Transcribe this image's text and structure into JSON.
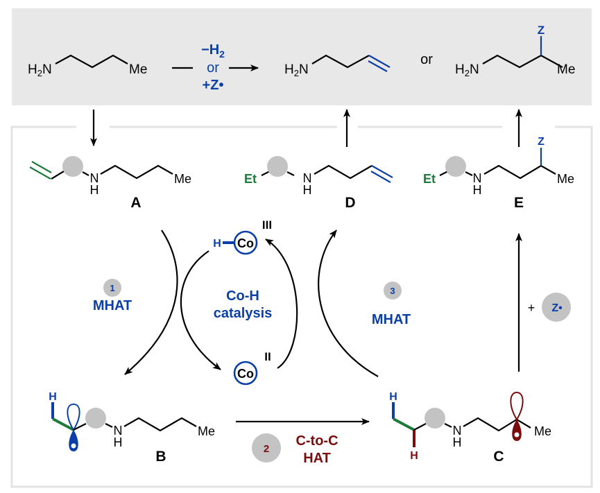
{
  "colors": {
    "blue": "#0b3fa8",
    "green": "#1c7a3a",
    "dark_red": "#7b0c0c",
    "header_bg": "#e8e8e8",
    "node_gray": "#c3c3c3",
    "frame": "#e3e3e3"
  },
  "header": {
    "substrate": {
      "amine": "H2N",
      "amine_main": "H",
      "amine_sub": "2",
      "amine_tail": "N",
      "terminal": "Me"
    },
    "conditions": {
      "line1_main": "−H",
      "line1_sub": "2",
      "line2": "or",
      "line3": "+Z•"
    },
    "product_alkene": {
      "amine_main": "H",
      "amine_sub": "2",
      "amine_tail": "N"
    },
    "or_label": "or",
    "product_z": {
      "amine_main": "H",
      "amine_sub": "2",
      "amine_tail": "N",
      "z": "Z",
      "terminal": "Me"
    }
  },
  "intermediates": {
    "A": {
      "label": "A",
      "nh_n": "N",
      "nh_h": "H",
      "terminal": "Me"
    },
    "D": {
      "label": "D",
      "et": "Et",
      "nh_n": "N",
      "nh_h": "H"
    },
    "E": {
      "label": "E",
      "et": "Et",
      "nh_n": "N",
      "nh_h": "H",
      "z": "Z",
      "terminal": "Me"
    },
    "B": {
      "label": "B",
      "h": "H",
      "nh_n": "N",
      "nh_h": "H",
      "terminal": "Me"
    },
    "C": {
      "label": "C",
      "h_top": "H",
      "h_bottom": "H",
      "nh_n": "N",
      "nh_h": "H",
      "terminal": "Me"
    }
  },
  "catalysis": {
    "title_line1": "Co-H",
    "title_line2": "catalysis",
    "co_iii": {
      "h": "H",
      "metal": "Co",
      "ox_state": "III"
    },
    "co_ii": {
      "metal": "Co",
      "ox_state": "II"
    }
  },
  "steps": [
    {
      "number": "1",
      "line1": "MHAT",
      "line2": ""
    },
    {
      "number": "2",
      "line1": "C-to-C",
      "line2": "HAT"
    },
    {
      "number": "3",
      "line1": "MHAT",
      "line2": ""
    }
  ],
  "radical_reagent": {
    "plus": "+",
    "label": "Z•"
  }
}
